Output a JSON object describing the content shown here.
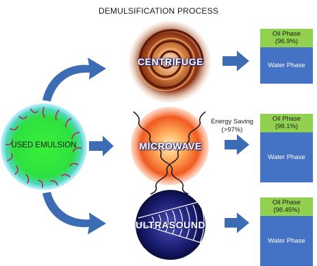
{
  "title": "DEMULSIFICATION PROCESS",
  "source_label": "USED EMULSION",
  "methods": [
    {
      "label": "CENTRIFUGE"
    },
    {
      "label": "MICROWAVE"
    },
    {
      "label": "ULTRASOUND"
    }
  ],
  "energy_note": {
    "line1": "Energy Saving",
    "line2": "(>97%)"
  },
  "results": [
    {
      "oil_label": "Oil Phase",
      "oil_value": "(96.9%)",
      "water_label": "Water Phase"
    },
    {
      "oil_label": "Oil Phase",
      "oil_value": "(98.1%)",
      "water_label": "Water Phase"
    },
    {
      "oil_label": "Oil Phase",
      "oil_value": "(98.45%)",
      "water_label": "Water Phase"
    }
  ],
  "colors": {
    "arrow": "#3c6db4",
    "oil": "#92d050",
    "water": "#4472c4",
    "emulsion": "#22dd44"
  }
}
